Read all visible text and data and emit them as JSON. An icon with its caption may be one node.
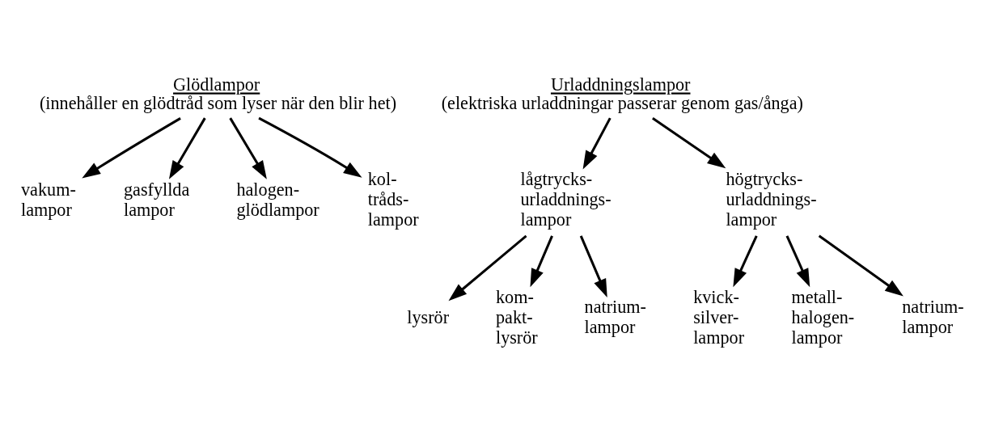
{
  "diagram": {
    "nodes": [
      {
        "text": [
          "Glödlampor",
          "(innehåller en glödtråd som lyser när den blir het)"
        ]
      },
      {
        "text": [
          "vakum- lampor"
        ]
      },
      {
        "text": [
          "gasfyllda lampor"
        ]
      },
      {
        "text": [
          "halogen- glödlampor"
        ]
      },
      {
        "text": [
          "kol- tråds- lampor"
        ]
      },
      {
        "text": [
          "Urladdningslampor",
          "(elektriska urladdningar passerar genom gas/ånga)"
        ]
      },
      {
        "text": [
          "lågtrycks- urladdnings- lampor"
        ]
      },
      {
        "text": [
          "högtrycks- urladdnings- lampor"
        ]
      },
      {
        "text": [
          "lysrör"
        ]
      },
      {
        "text": [
          "kom- pakt- lysrör"
        ]
      },
      {
        "text": [
          "natrium- lampor"
        ]
      },
      {
        "text": [
          "kvick- silver- lampor"
        ]
      },
      {
        "text": [
          "metall- halogen- lampor"
        ]
      },
      {
        "text": [
          "natrium- lampor"
        ]
      }
    ],
    "edges": [
      {
        "from": 0,
        "to": 1,
        "arrow": "to"
      },
      {
        "from": 0,
        "to": 2,
        "arrow": "to"
      },
      {
        "from": 0,
        "to": 3,
        "arrow": "to"
      },
      {
        "from": 0,
        "to": 4,
        "arrow": "to"
      },
      {
        "from": 5,
        "to": 6,
        "arrow": "to"
      },
      {
        "from": 5,
        "to": 7,
        "arrow": "to"
      },
      {
        "from": 6,
        "to": 8,
        "arrow": "to"
      },
      {
        "from": 6,
        "to": 9,
        "arrow": "to"
      },
      {
        "from": 6,
        "to": 10,
        "arrow": "to"
      },
      {
        "from": 7,
        "to": 11,
        "arrow": "to"
      },
      {
        "from": 7,
        "to": 12,
        "arrow": "to"
      },
      {
        "from": 7,
        "to": 13,
        "arrow": "to"
      }
    ]
  }
}
